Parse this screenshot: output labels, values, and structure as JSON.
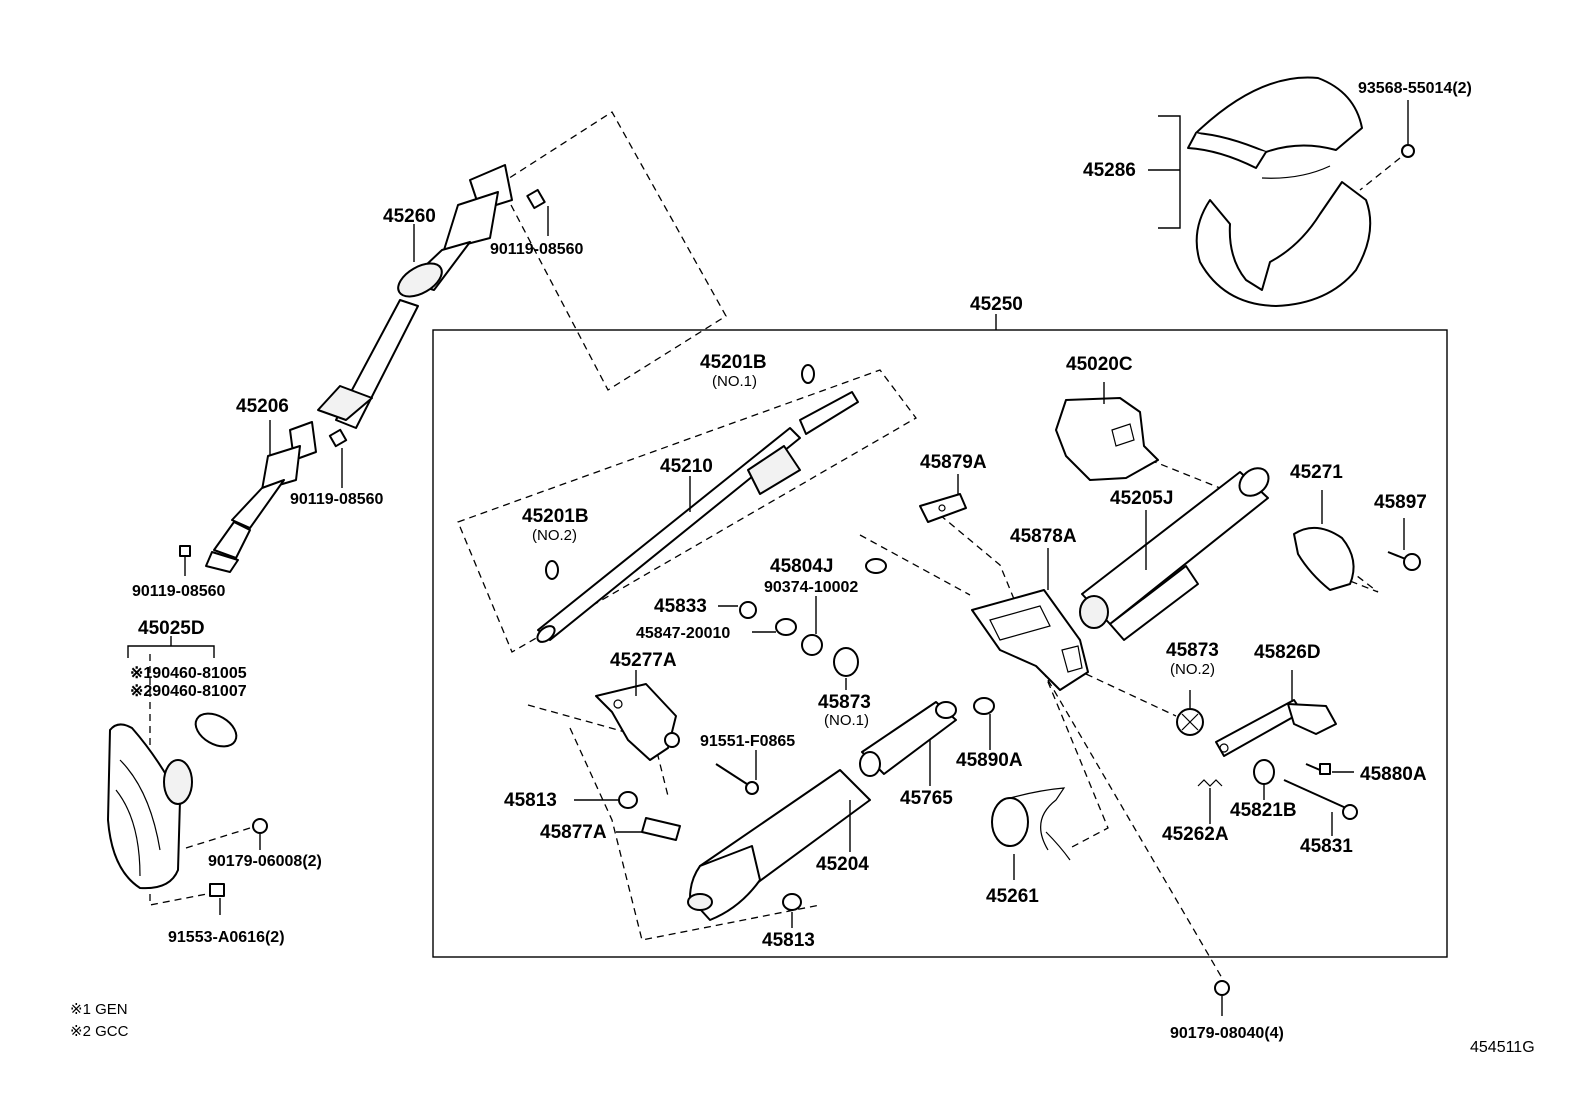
{
  "diagram_code": "454511G",
  "notes": [
    {
      "id": "n1",
      "text": "※1 GEN"
    },
    {
      "id": "n2",
      "text": "※2 GCC"
    }
  ],
  "labels": {
    "p45286": "45286",
    "p93568": "93568-55014(2)",
    "p45260": "45260",
    "p90119a": "90119-08560",
    "p45206": "45206",
    "p90119b": "90119-08560",
    "p90119c": "90119-08560",
    "p45025D": "45025D",
    "p90460a": "※190460-81005",
    "p90460b": "※290460-81007",
    "p90179a": "90179-06008(2)",
    "p91553": "91553-A0616(2)",
    "p45250": "45250",
    "p45201B1": "45201B",
    "p45201B1sub": "(NO.1)",
    "p45210": "45210",
    "p45201B2": "45201B",
    "p45201B2sub": "(NO.2)",
    "p45804J": "45804J",
    "p90374": "90374-10002",
    "p45833": "45833",
    "p45847": "45847-20010",
    "p45873a": "45873",
    "p45873asub": "(NO.1)",
    "p45277A": "45277A",
    "p91551": "91551-F0865",
    "p45813a": "45813",
    "p45877A": "45877A",
    "p45204": "45204",
    "p45813b": "45813",
    "p45765": "45765",
    "p45890A": "45890A",
    "p45020C": "45020C",
    "p45879A": "45879A",
    "p45878A": "45878A",
    "p45205J": "45205J",
    "p45261": "45261",
    "p45271": "45271",
    "p45897": "45897",
    "p45873b": "45873",
    "p45873bsub": "(NO.2)",
    "p45826D": "45826D",
    "p45880A": "45880A",
    "p45821B": "45821B",
    "p45262A": "45262A",
    "p45831": "45831",
    "p90179b": "90179-08040(4)"
  }
}
